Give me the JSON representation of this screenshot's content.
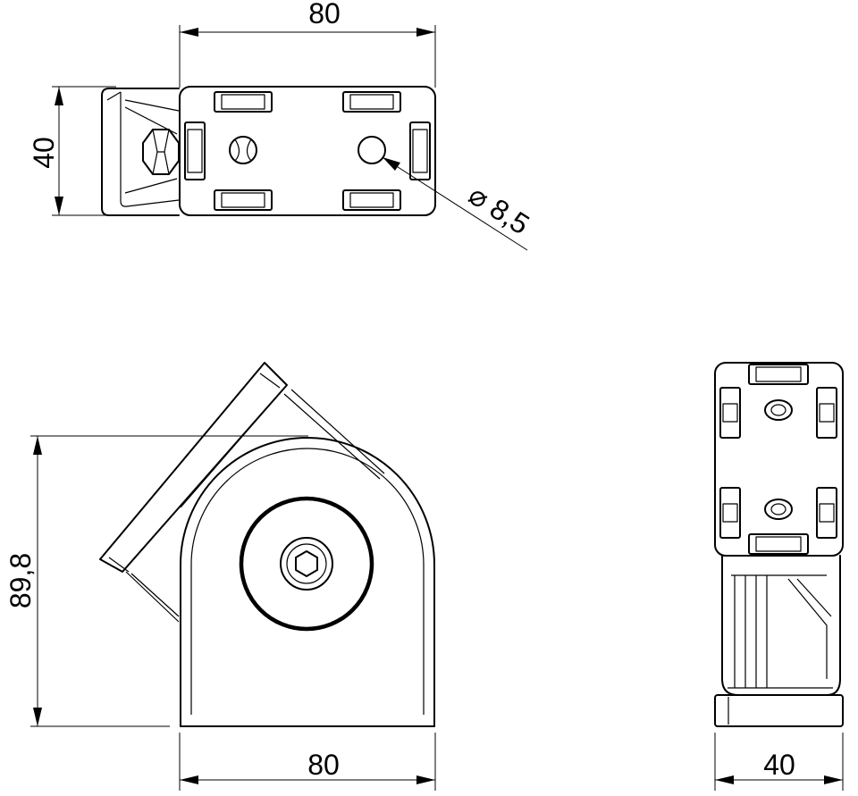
{
  "dimensions": {
    "top_width": "80",
    "top_height": "40",
    "hole_diameter": "⌀ 8,5",
    "front_height": "89,8",
    "front_width": "80",
    "side_width": "40"
  }
}
